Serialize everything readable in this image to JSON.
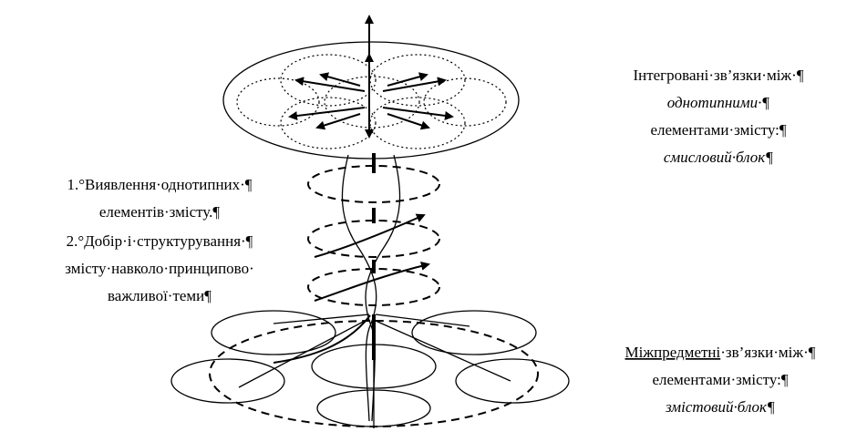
{
  "top_label": {
    "line1": "Інтегровані·зв’язки·між·¶",
    "line2": "однотипними·¶",
    "line3": "елементами·змісту:¶",
    "line4": "смисловий·блок¶"
  },
  "left_label": {
    "line1": "1.°Виявлення·однотипних·¶",
    "line2": "елементів·змісту.¶",
    "line3": "2.°Добір·і·структурування·¶",
    "line4": "змісту·навколо·принципово·",
    "line5": "важливої·теми¶"
  },
  "bottom_label": {
    "word1": "Міжпредметні",
    "line1_rest": "·зв’язки·між·¶",
    "line2": "елементами·змісту:¶",
    "line3": "змістовий·блок¶"
  }
}
